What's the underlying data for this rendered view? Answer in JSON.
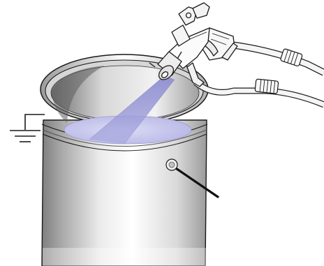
{
  "figure": {
    "components": {
      "pail": "metal-pail",
      "ground": "ground-symbol",
      "gun": "spray-gun",
      "spray": "spray-fan",
      "fluid": "fluid-surface",
      "clamp": "ground-clamp",
      "hoses": "fluid-and-air-hoses"
    },
    "colors": {
      "outline": "#1a1a1a",
      "fluid": "#c9c9ee",
      "spray": "#9a9ad8",
      "pail_light": "#f4f4f4",
      "pail_dark": "#8c8c8c",
      "gun_body": "#f8f8f8"
    }
  }
}
